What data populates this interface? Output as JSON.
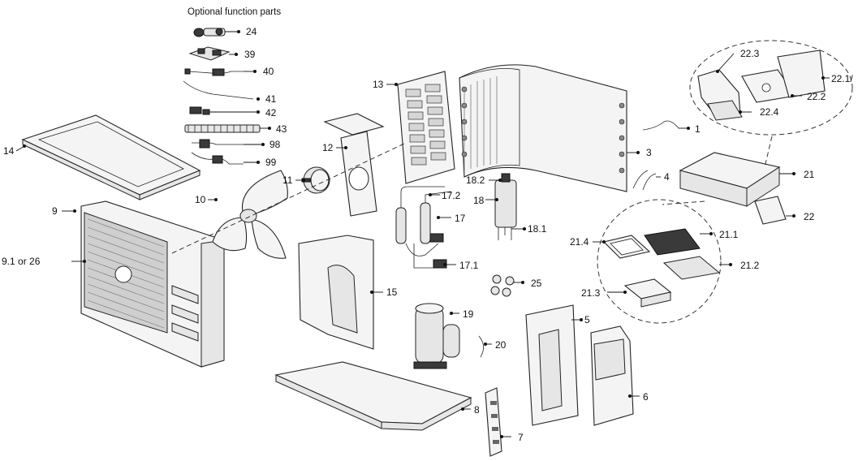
{
  "title": "Optional function parts",
  "labels": [
    {
      "id": "24",
      "text": "24"
    },
    {
      "id": "39",
      "text": "39"
    },
    {
      "id": "40",
      "text": "40"
    },
    {
      "id": "41",
      "text": "41"
    },
    {
      "id": "42",
      "text": "42"
    },
    {
      "id": "43",
      "text": "43"
    },
    {
      "id": "98",
      "text": "98"
    },
    {
      "id": "99",
      "text": "99"
    },
    {
      "id": "14",
      "text": "14"
    },
    {
      "id": "9",
      "text": "9"
    },
    {
      "id": "9_1",
      "text": "9.1 or 26"
    },
    {
      "id": "10",
      "text": "10"
    },
    {
      "id": "11",
      "text": "11"
    },
    {
      "id": "12",
      "text": "12"
    },
    {
      "id": "13",
      "text": "13"
    },
    {
      "id": "15",
      "text": "15"
    },
    {
      "id": "17_2",
      "text": "17.2"
    },
    {
      "id": "17",
      "text": "17"
    },
    {
      "id": "17_1",
      "text": "17.1"
    },
    {
      "id": "18_2",
      "text": "18.2"
    },
    {
      "id": "18",
      "text": "18"
    },
    {
      "id": "18_1",
      "text": "18.1"
    },
    {
      "id": "25",
      "text": "25"
    },
    {
      "id": "19",
      "text": "19"
    },
    {
      "id": "20",
      "text": "20"
    },
    {
      "id": "1",
      "text": "1"
    },
    {
      "id": "3",
      "text": "3"
    },
    {
      "id": "4",
      "text": "4"
    },
    {
      "id": "5",
      "text": "5"
    },
    {
      "id": "6",
      "text": "6"
    },
    {
      "id": "7",
      "text": "7"
    },
    {
      "id": "8",
      "text": "8"
    },
    {
      "id": "21",
      "text": "21"
    },
    {
      "id": "22",
      "text": "22"
    },
    {
      "id": "21_1",
      "text": "21.1"
    },
    {
      "id": "21_2",
      "text": "21.2"
    },
    {
      "id": "21_3",
      "text": "21.3"
    },
    {
      "id": "21_4",
      "text": "21.4"
    },
    {
      "id": "22_1",
      "text": "22.1/"
    },
    {
      "id": "22_2",
      "text": "22.2"
    },
    {
      "id": "22_3",
      "text": "22.3"
    },
    {
      "id": "22_4",
      "text": "22.4"
    }
  ]
}
